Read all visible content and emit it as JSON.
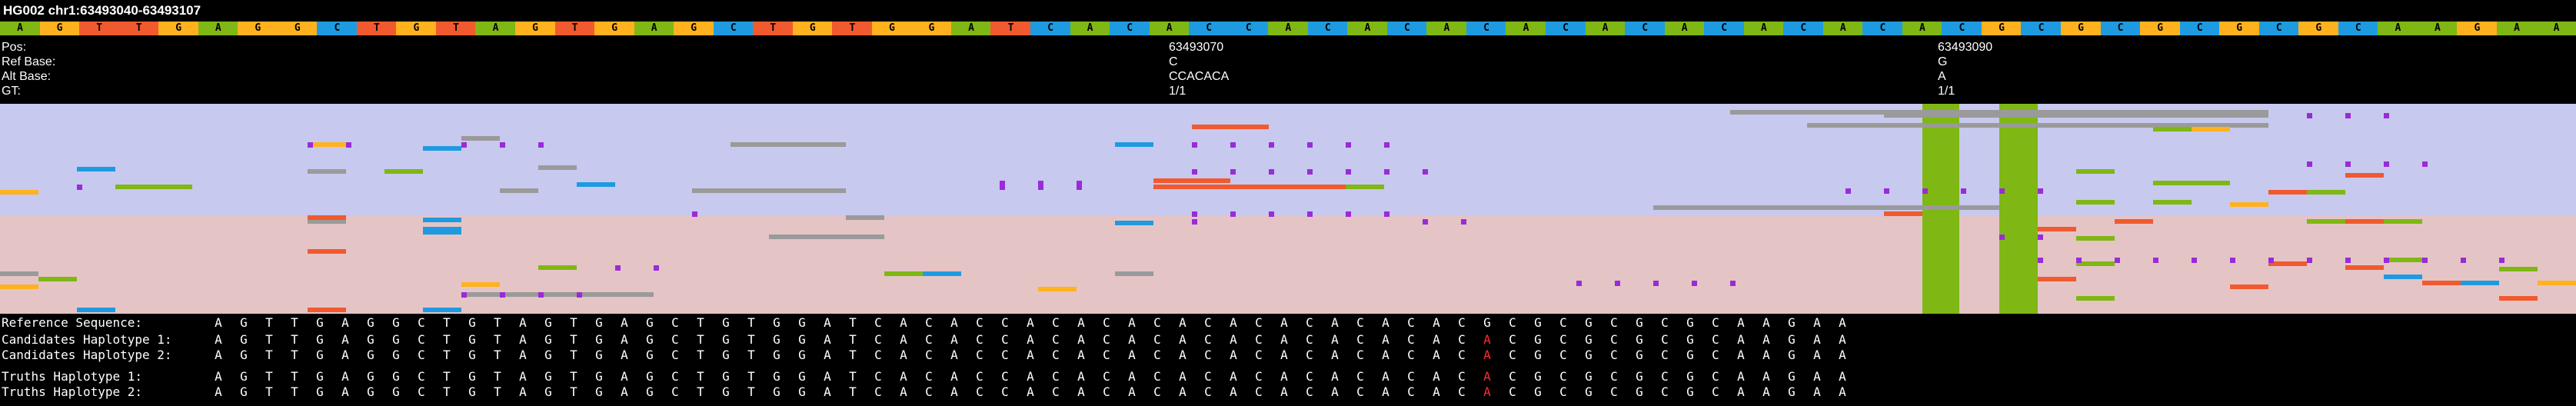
{
  "title": "HG002 chr1:63493040-63493107",
  "reference_bases": "AGTTGAGGCTGTAGTGAGCTGTGGATCACACCACACACACACACACACACGCGCGCGCGCAAGAA",
  "base_colors": {
    "A": "#7fb714",
    "C": "#1e9be0",
    "G": "#ffb21e",
    "T": "#f05a2e"
  },
  "track_colors": {
    "hap1_bg": "#c7c9ef",
    "hap2_bg": "#e5c4c6",
    "read_gray": "#9a9a9a",
    "insertion_marker": "#9a2bd8"
  },
  "variant_info": {
    "labels": {
      "pos": "Pos:",
      "ref": "Ref Base:",
      "alt": "Alt Base:",
      "gt": "GT:"
    },
    "variants": [
      {
        "pos": "63493070",
        "ref": "C",
        "alt": "CCACACA",
        "gt": "1/1"
      },
      {
        "pos": "63493090",
        "ref": "G",
        "alt": "A",
        "gt": "1/1"
      }
    ]
  },
  "sequence_rows": [
    {
      "label": "Reference Sequence:",
      "bases": "AGTTGAGGCTGTAGTGAGCTGTGGATCACACCACACACACACACACACACGCGCGCGCGCAAGAA",
      "alt_index": -1
    },
    {
      "label": "Candidates Haplotype 1:",
      "bases": "AGTTGAGGCTGTAGTGAGCTGTGGATCACACCACACACACACACACACACACGCGCGCGCAAGAA",
      "alt_index": 50
    },
    {
      "label": "Candidates Haplotype 2:",
      "bases": "AGTTGAGGCTGTAGTGAGCTGTGGATCACACCACACACACACACACACACACGCGCGCGCAAGAA",
      "alt_index": 50
    },
    {
      "label": "Truths Haplotype 1:",
      "bases": "AGTTGAGGCTGTAGTGAGCTGTGGATCACACCACACACACACACACACACACGCGCGCGCAAGAA",
      "alt_index": 50
    },
    {
      "label": "Truths Haplotype 2:",
      "bases": "AGTTGAGGCTGTAGTGAGCTGTGGATCACACCACACACACACACACACACACGCGCGCGCAAGAA",
      "alt_index": 50
    }
  ]
}
